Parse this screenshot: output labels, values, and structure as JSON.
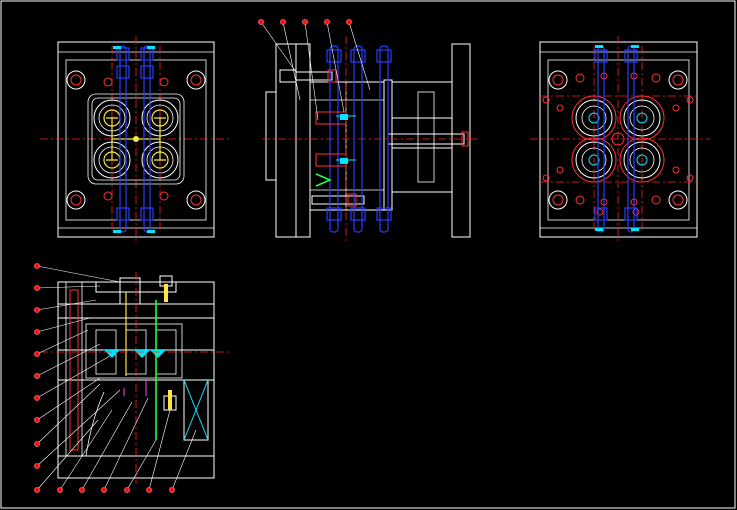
{
  "drawing": {
    "background": "#000000",
    "colors": {
      "outline": "#ffffff",
      "centerline": "#ff2020",
      "pin": "#2a3cff",
      "cooling": "#00e5ff",
      "sprue": "#ffe640",
      "ejector": "#20ff40",
      "magenta": "#ff40ff"
    },
    "views": [
      {
        "id": "fixed-half-plan"
      },
      {
        "id": "front-section"
      },
      {
        "id": "moving-half-plan"
      },
      {
        "id": "side-section"
      }
    ],
    "balloons_top_count": 5,
    "balloons_left_count": 10,
    "balloons_bottom_count": 7
  }
}
